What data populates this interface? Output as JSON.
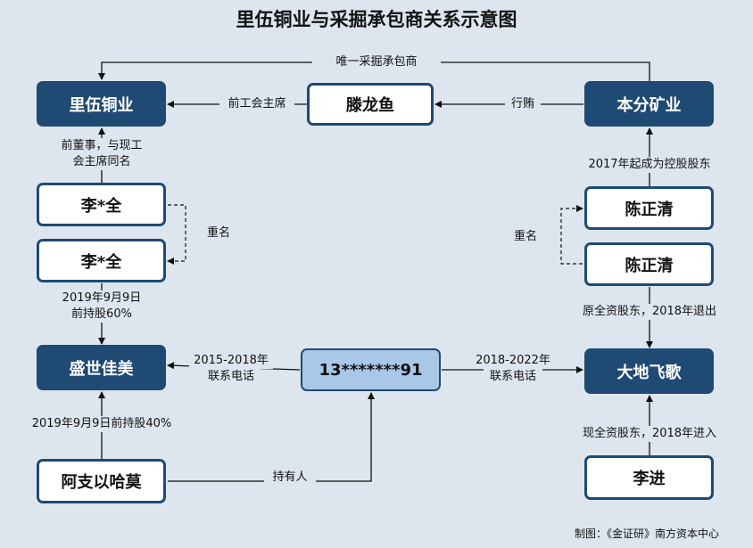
{
  "title": "里伍铜业与采掘承包商关系示意图",
  "nodes": {
    "liwu": "里伍铜业",
    "tenglongyu": "滕龙鱼",
    "benfen": "本分矿业",
    "li_quan_1": "李*全",
    "li_quan_2": "李*全",
    "chen_1": "陈正清",
    "chen_2": "陈正清",
    "shengshi": "盛世佳美",
    "phone": "13*******91",
    "dadi": "大地飞歌",
    "azhi": "阿支以哈莫",
    "lijin": "李进"
  },
  "edges": {
    "top": "唯一采掘承包商",
    "former_union": "前工会主席",
    "bribery": "行贿",
    "former_director_1": "前董事，与现工",
    "former_director_2": "会主席同名",
    "controlling": "2017年起成为控股股东",
    "same_name_left": "重名",
    "same_name_right": "重名",
    "held_60_1": "2019年9月9日",
    "held_60_2": "前持股60%",
    "former_sole": "原全资股东，2018年退出",
    "contact_left_1": "2015-2018年",
    "contact_left_2": "联系电话",
    "contact_right_1": "2018-2022年",
    "contact_right_2": "联系电话",
    "held_40": "2019年9月9日前持股40%",
    "current_sole": "现全资股东，2018年进入",
    "holder": "持有人"
  },
  "credit": "制图：《金证研》南方资本中心"
}
